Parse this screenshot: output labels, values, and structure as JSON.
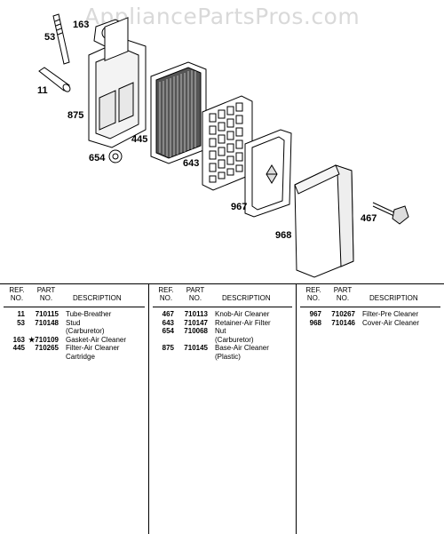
{
  "watermark": "AppliancePartsPros.com",
  "callouts": {
    "c53": "53",
    "c163": "163",
    "c11": "11",
    "c875": "875",
    "c445": "445",
    "c654": "654",
    "c643": "643",
    "c967": "967",
    "c968": "968",
    "c467": "467"
  },
  "table": {
    "headers": {
      "ref_1": "REF.",
      "ref_2": "NO.",
      "part_1": "PART",
      "part_2": "NO.",
      "desc": "DESCRIPTION"
    },
    "columns": [
      [
        {
          "ref": "11",
          "part": "710115",
          "desc": [
            "Tube-Breather"
          ]
        },
        {
          "ref": "53",
          "part": "710148",
          "desc": [
            "Stud",
            "(Carburetor)"
          ]
        },
        {
          "ref": "163",
          "part": "★710109",
          "desc": [
            "Gasket-Air Cleaner"
          ]
        },
        {
          "ref": "445",
          "part": "710265",
          "desc": [
            "Filter-Air Cleaner",
            "Cartridge"
          ]
        }
      ],
      [
        {
          "ref": "467",
          "part": "710113",
          "desc": [
            "Knob-Air Cleaner"
          ]
        },
        {
          "ref": "643",
          "part": "710147",
          "desc": [
            "Retainer-Air Filter"
          ]
        },
        {
          "ref": "654",
          "part": "710068",
          "desc": [
            "Nut",
            "(Carburetor)"
          ]
        },
        {
          "ref": "875",
          "part": "710145",
          "desc": [
            "Base-Air Cleaner",
            "(Plastic)"
          ]
        }
      ],
      [
        {
          "ref": "967",
          "part": "710267",
          "desc": [
            "Filter-Pre Cleaner"
          ]
        },
        {
          "ref": "968",
          "part": "710146",
          "desc": [
            "Cover-Air Cleaner"
          ]
        }
      ]
    ]
  }
}
